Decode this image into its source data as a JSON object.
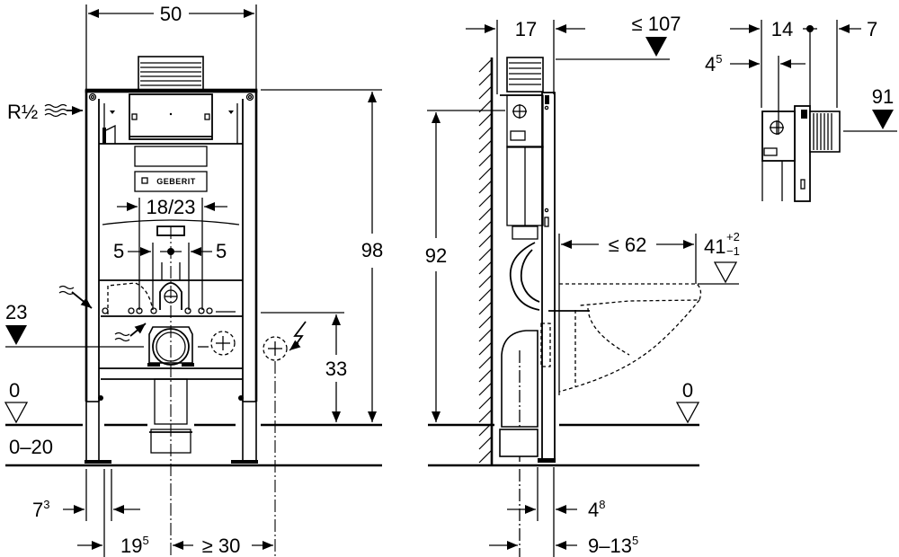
{
  "drawing": {
    "subject": "Wall-hung WC installation frame – dimension drawing",
    "brand_label": "GEBERIT",
    "front_view": {
      "width_label": "50",
      "height_label": "98",
      "water_supply_label": "R½",
      "flush_plate_gap_label": "18/23",
      "left_offset_label": "5",
      "right_offset_label": "5",
      "drain_height_label": "23",
      "electrical_height_label": "33",
      "floor_level_label": "0",
      "floor_build_up_label": "0–20",
      "foot_width_base": "7",
      "foot_width_sup": "3",
      "axis_offset_base": "19",
      "axis_offset_sup": "5",
      "electrical_min_distance_label": "≥ 30"
    },
    "side_view": {
      "depth_label": "17",
      "max_height_label": "≤ 107",
      "cistern_height_label": "92",
      "bowl_length_label": "≤ 62",
      "seat_height_base": "41",
      "seat_height_tol_plus": "+2",
      "seat_height_tol_minus": "−1",
      "floor_level_label": "0",
      "foot_depth_base": "4",
      "foot_depth_sup": "8",
      "drain_offset_base": "9–13",
      "drain_offset_sup": "5"
    },
    "detail_view": {
      "depth_label": "14",
      "plate_depth_label": "7",
      "valve_offset_base": "4",
      "valve_offset_sup": "5",
      "height_label": "91"
    }
  }
}
